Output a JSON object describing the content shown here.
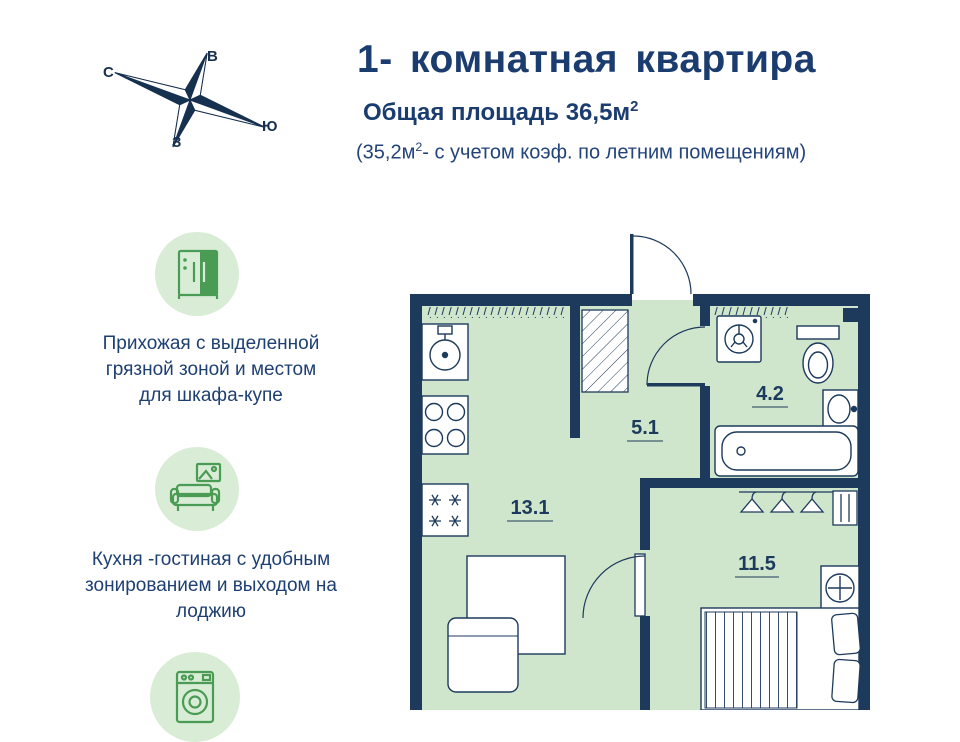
{
  "header": {
    "title": "1- комнатная квартира",
    "area": {
      "label": "Общая площадь",
      "value": "36,5м",
      "sup": "2"
    },
    "note": {
      "prefix": "(35,2м",
      "sup": "2",
      "suffix": "- с учетом коэф. по летним помещениям)"
    }
  },
  "compass": {
    "north": "С",
    "east": "В",
    "south": "Ю",
    "west": "З"
  },
  "features": [
    {
      "icon": "wardrobe-icon",
      "text": "Прихожая с выделенной грязной зоной и местом для шкафа-купе"
    },
    {
      "icon": "sofa-icon",
      "text": "Кухня -гостиная с удобным зонированием и выходом на лоджию"
    },
    {
      "icon": "washing-machine-icon"
    }
  ],
  "floor_plan": {
    "rooms": {
      "kitchen_living": "13.1",
      "hallway": "5.1",
      "bathroom": "4.2",
      "bedroom": "11.5"
    }
  },
  "colors": {
    "navy": "#1b3c6e",
    "wall": "#1d3a5c",
    "room_fill": "#cfe6cc",
    "icon_green": "#4a9c55",
    "icon_circle_bg": "#d9edd6"
  }
}
